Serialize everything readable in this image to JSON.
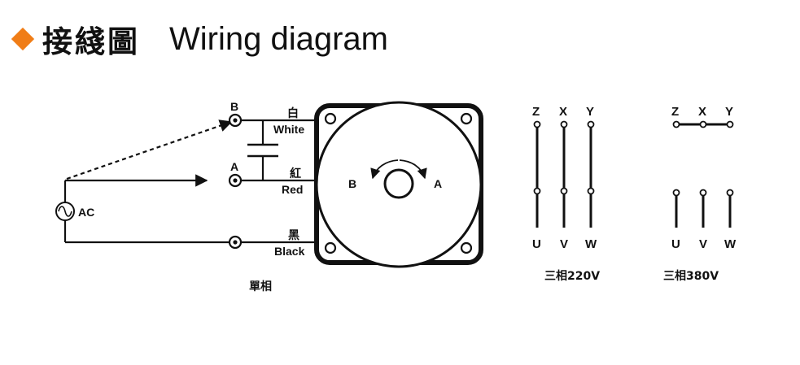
{
  "header": {
    "title_zh": "接綫圖",
    "title_en": "Wiring diagram",
    "accent_color": "#f07d17"
  },
  "single_phase": {
    "caption": "單相",
    "source_label": "AC",
    "terminal_b": "B",
    "terminal_a": "A",
    "white_zh": "白",
    "white_en": "White",
    "red_zh": "紅",
    "red_en": "Red",
    "black_zh": "黑",
    "black_en": "Black"
  },
  "motor": {
    "rotation_left": "B",
    "rotation_right": "A"
  },
  "three_phase_220": {
    "caption": "三相220V",
    "top_labels": [
      "Z",
      "X",
      "Y"
    ],
    "bottom_labels": [
      "U",
      "V",
      "W"
    ]
  },
  "three_phase_380": {
    "caption": "三相380V",
    "top_labels": [
      "Z",
      "X",
      "Y"
    ],
    "bottom_labels": [
      "U",
      "V",
      "W"
    ]
  }
}
